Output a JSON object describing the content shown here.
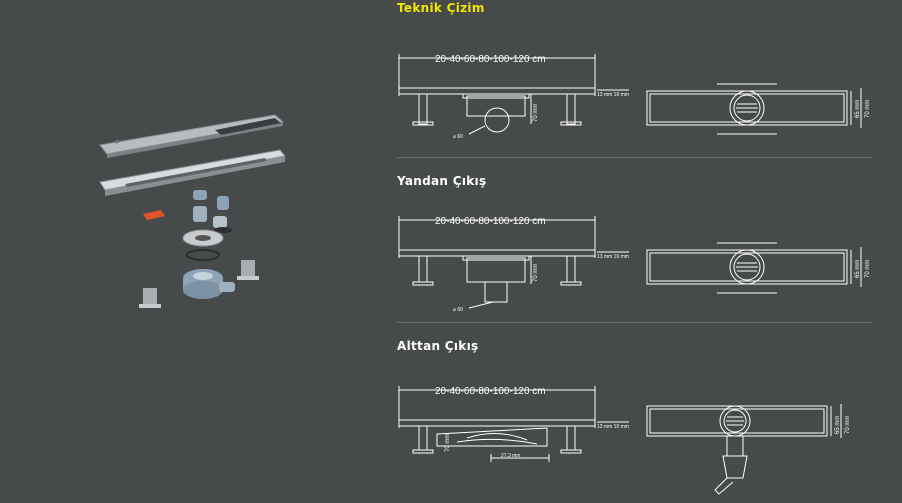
{
  "sections": [
    {
      "title": "Teknik Çizim",
      "width_label": "20-40-60-80-100-120 cm",
      "dim_70": "70 mm",
      "dim_16": "13 mm 16 mm",
      "dim_65": "65 mm",
      "dim_70b": "70 mm",
      "diameter": "⌀ 60"
    },
    {
      "title": "Yandan Çıkış",
      "width_label": "20-40-60-80-100-120 cm",
      "dim_70": "70 mm",
      "dim_16": "13 mm 16 mm",
      "dim_65": "65 mm",
      "dim_70b": "70 mm",
      "diameter": "⌀ 60"
    },
    {
      "title": "Alttan Çıkış",
      "width_label": "20-40-60-80-100-120 cm",
      "dim_70": "70 mm",
      "dim_16": "13 mm 16 mm",
      "dim_65": "65 mm",
      "dim_70b": "70 mm",
      "bottom_dim": "27,3 mm"
    }
  ],
  "colors": {
    "background": "#474a4b",
    "accent": "#f2e600",
    "line": "#ffffff"
  }
}
